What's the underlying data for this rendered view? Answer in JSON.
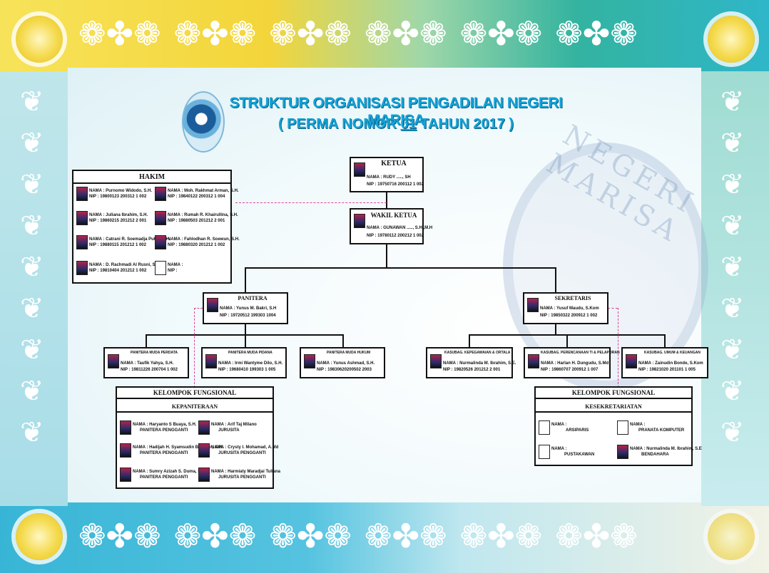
{
  "title": "STRUKTUR ORGANISASI PENGADILAN NEGERI MARISA",
  "subtitle_pre": "( PERMA NOMOR ",
  "subtitle_num": "01",
  "subtitle_post": " TAHUN 2017 )",
  "watermark": "NEGERI MARISA",
  "colors": {
    "title": "#13a3d6",
    "dash": "#e0439a",
    "line": "#111111"
  },
  "ketua": {
    "heading": "KETUA",
    "nama": "NAMA : RUDY ....., SH",
    "nip": "NIP : 19750716 200112 1 002"
  },
  "wakil": {
    "heading": "WAKIL KETUA",
    "nama": "NAMA : GUNAWAN ....., S.H.,M.H",
    "nip": "NIP : 19780112 200212 1 002"
  },
  "hakim": {
    "heading": "HAKIM",
    "members": [
      {
        "nama": "NAMA : Purnomo Widodo, S.H.",
        "nip": "NIP : 19800123 200312 1 002"
      },
      {
        "nama": "NAMA : Moh. Rakhmat Arman, S.H.",
        "nip": "NIP : 19840122 200312 1 004"
      },
      {
        "nama": "NAMA : Juliana Ibrahim, S.H.",
        "nip": "NIP : 19860215 201212 2 001"
      },
      {
        "nama": "NAMA : Rumah R. Khairullina, S.H.",
        "nip": "NIP : 19880503 201212 2 001"
      },
      {
        "nama": "NAMA : Catrani R. Soemadja Putra, S.H.",
        "nip": "NIP : 19880115 201212 1 002"
      },
      {
        "nama": "NAMA : Fahlodhan R. Soewun, S.H.",
        "nip": "NIP : 19880320 201212 1 002"
      },
      {
        "nama": "NAMA : D. Rachmadi Al Rusni, S.H.",
        "nip": "NIP : 19810404 201212 1 002"
      },
      {
        "nama": "NAMA :",
        "nip": "NIP :"
      }
    ]
  },
  "panitera": {
    "heading": "PANITERA",
    "nama": "NAMA : Yunus M. Bakri, S.H",
    "nip": "NIP : 19720512 199303 1004"
  },
  "sekretaris": {
    "heading": "SEKRETARIS",
    "nama": "NAMA : Yusuf Maudu, S.Kom",
    "nip": "NIP : 19850322 200912 1 002"
  },
  "panitera_muda": [
    {
      "heading": "PANITERA MUDA PERDATA",
      "nama": "NAMA : Taufik Yahya, S.H.",
      "nip": "NIP : 19811226 200704 1 002"
    },
    {
      "heading": "PANITERA MUDA PIDANA",
      "nama": "NAMA : Irmi Wantyme Dilo, S.H.",
      "nip": "NIP : 19680410 199303 1 005"
    },
    {
      "heading": "PANITERA MUDA HUKUM",
      "nama": "NAMA : Yunus Ashmad, S.H.",
      "nip": "NIP : 19830620200502 2003"
    }
  ],
  "kasubag": [
    {
      "heading": "KASUBAG. KEPEGAWAIAN & ORTALA",
      "nama": "NAMA : Nurmalinda M. Ibrahim, S.E.",
      "nip": "NIP : 19820526 201212 2 001"
    },
    {
      "heading": "KASUBAG. PERENCANAAN TI & PELAPORAN",
      "nama": "NAMA : Harlan H. Dungudu, S.Md",
      "nip": "NIP : 19860707 200912 1 007"
    },
    {
      "heading": "KASUBAG. UMUM & KEUANGAN",
      "nama": "NAMA : Zainudin Bonde, S.Kom",
      "nip": "NIP : 19821020 201101 1 005"
    }
  ],
  "fungsional_left": {
    "heading": "KELOMPOK FUNGSIONAL",
    "sub": "KEPANITERAAN",
    "members": [
      {
        "nama": "NAMA : Haryanto S Buaya, S.H.",
        "jab": "PANITERA PENGGANTI"
      },
      {
        "nama": "NAMA : Arif Taj Milano",
        "jab": "JURUSITA"
      },
      {
        "nama": "NAMA : Hadijah H. Syamsudin Bujuhan, S.H.",
        "jab": "PANITERA PENGGANTI"
      },
      {
        "nama": "NAMA : Crysty I. Mohamad, A.Md",
        "jab": "JURUSITA PENGGANTI"
      },
      {
        "nama": "NAMA : Sumry Azizah S. Duma, S.H",
        "jab": "PANITERA PENGGANTI"
      },
      {
        "nama": "NAMA : Harmiaty Maradjai Tuliana",
        "jab": "JURUSITA PENGGANTI"
      }
    ]
  },
  "fungsional_right": {
    "heading": "KELOMPOK FUNGSIONAL",
    "sub": "KESEKRETARIATAN",
    "members": [
      {
        "nama": "NAMA :",
        "jab": "ARSIPARIS"
      },
      {
        "nama": "NAMA :",
        "jab": "PRANATA KOMPUTER"
      },
      {
        "nama": "NAMA :",
        "jab": "PUSTAKAWAN"
      },
      {
        "nama": "NAMA : Nurmalinda M. Ibrahim, S.E",
        "jab": "BENDAHARA"
      }
    ]
  }
}
